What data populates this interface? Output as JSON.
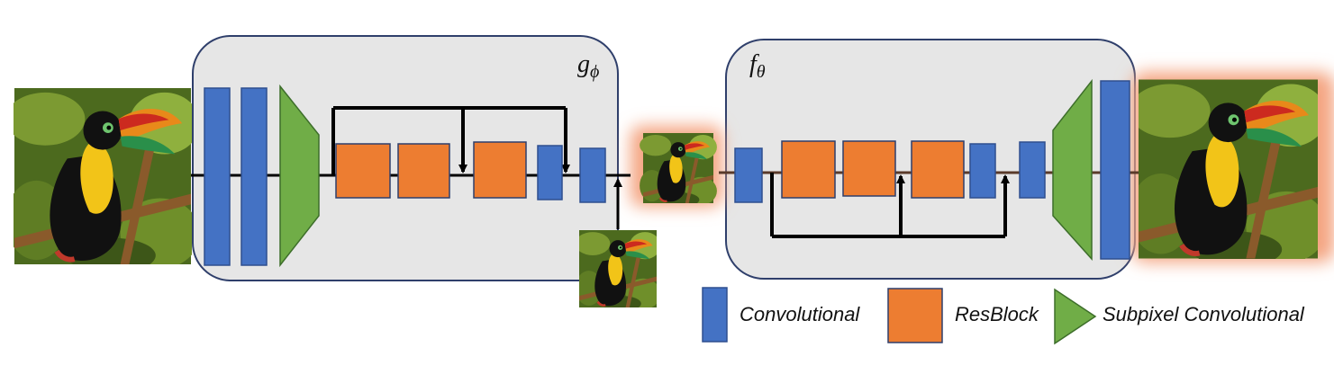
{
  "modules": {
    "g": {
      "label": "gϕ"
    },
    "f": {
      "label": "fθ"
    }
  },
  "legend": {
    "convolutional": "Convolutional",
    "resblock": "ResBlock",
    "subpixel": "Subpixel Convolutional"
  },
  "colors": {
    "conv": "#4472c4",
    "resblock": "#ed7d31",
    "subpixel": "#70ad47",
    "module_fill": "#e6e6e6",
    "module_stroke": "#2f3f6b",
    "glow": "#f4a582"
  },
  "icons": {
    "input_image": "toucan-photo",
    "compressed_image": "toucan-photo-small",
    "side_input_image": "toucan-photo-small",
    "output_image": "toucan-photo"
  }
}
